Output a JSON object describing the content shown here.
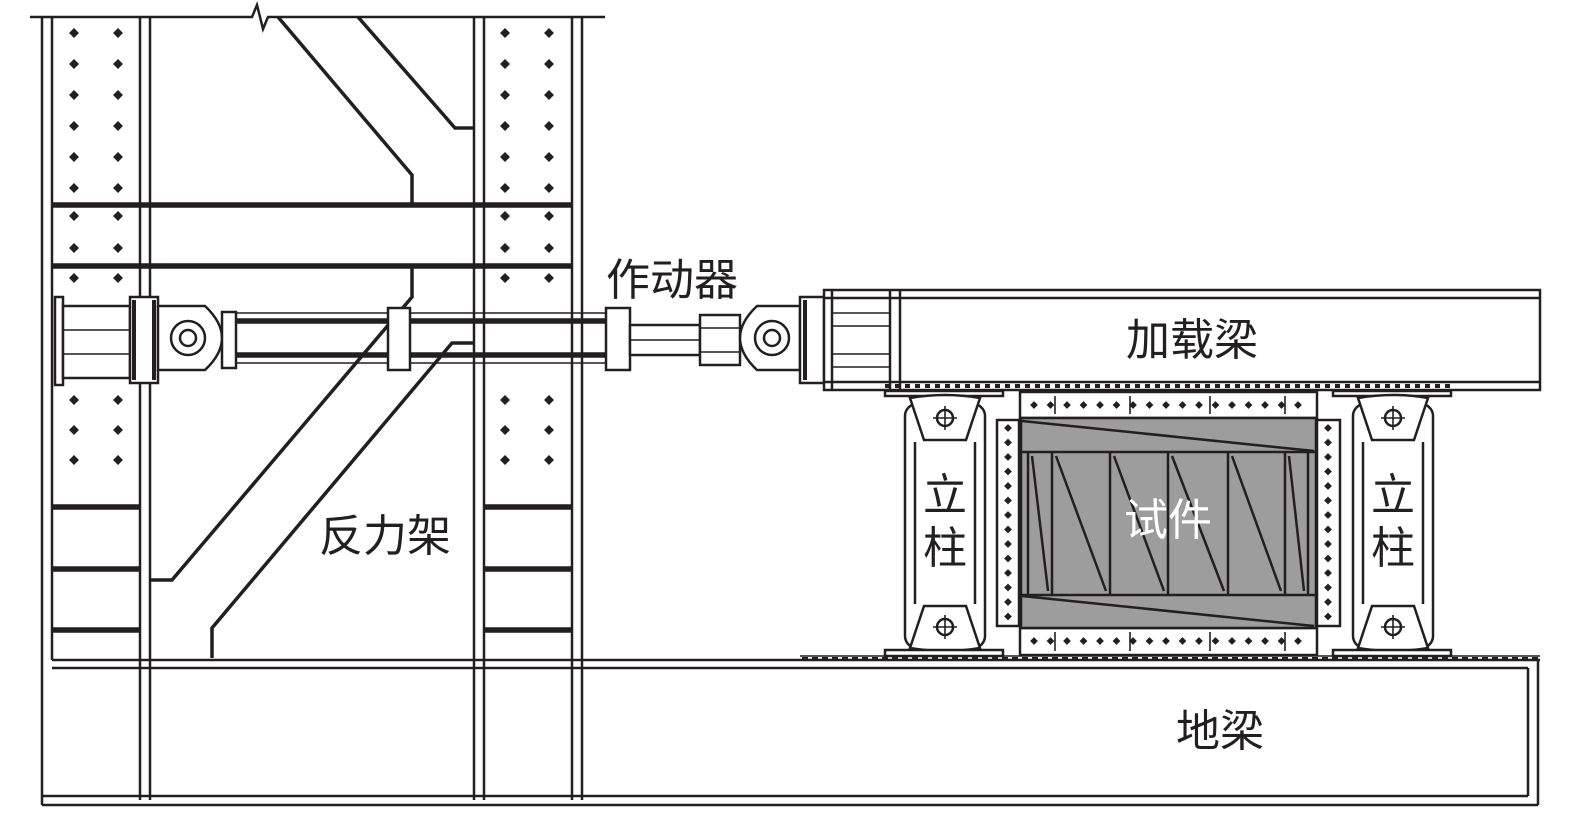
{
  "labels": {
    "actuator": "作动器",
    "loading_beam": "加载梁",
    "reaction_frame": "反力架",
    "specimen": "试件",
    "ground_beam": "地梁",
    "column_left": [
      "立",
      "柱"
    ],
    "column_right": [
      "立",
      "柱"
    ]
  },
  "colors": {
    "line": "#231f20",
    "specimen_fill": "#9d9d9d",
    "background": "#ffffff"
  }
}
